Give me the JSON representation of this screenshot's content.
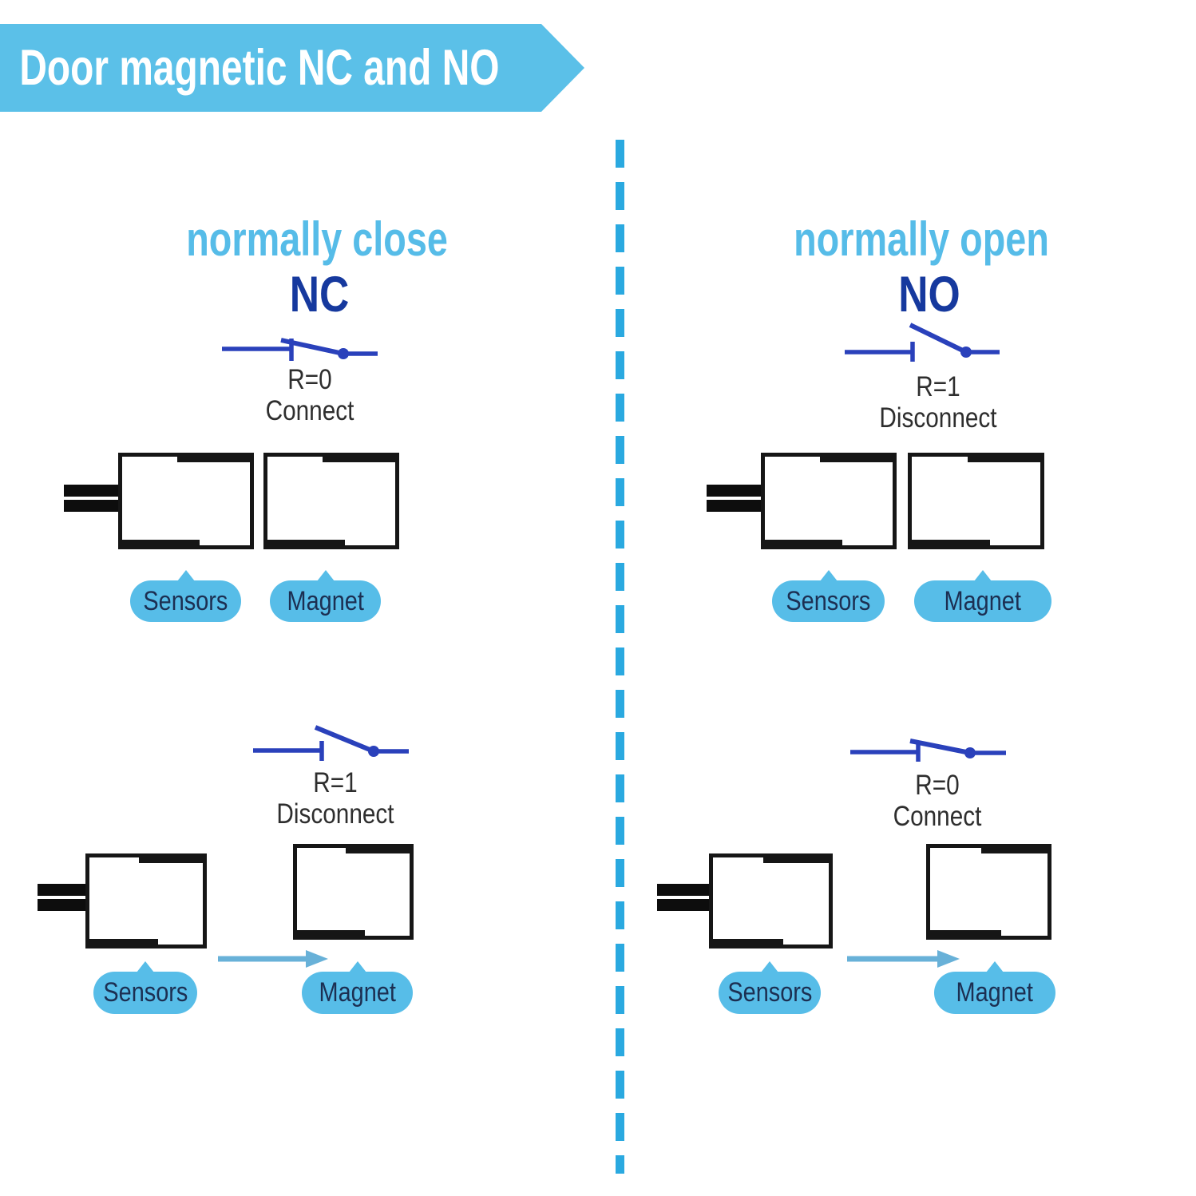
{
  "banner": {
    "title": "Door magnetic NC and NO"
  },
  "labels": {
    "sensors": "Sensors",
    "magnet": "Magnet"
  },
  "panels": {
    "nc": {
      "heading": "normally close",
      "abbr": "NC",
      "closed_state": {
        "r": "R=0",
        "action": "Connect"
      },
      "open_state": {
        "r": "R=1",
        "action": "Disconnect"
      }
    },
    "no": {
      "heading": "normally open",
      "abbr": "NO",
      "top_state": {
        "r": "R=1",
        "action": "Disconnect"
      },
      "bottom_state": {
        "r": "R=0",
        "action": "Connect"
      }
    }
  },
  "colors": {
    "banner_blue": "#5bc0e8",
    "heading_light_blue": "#56bce8",
    "abbr_dark_blue": "#16399e",
    "switch_blue": "#2a41bb",
    "divider_blue": "#2aa9e0",
    "pill_blue": "#57bde8",
    "arrow_blue": "#68b1d8",
    "pill_text_navy": "#1c2f52",
    "state_text_gray": "#2e2e2e",
    "box_border_black": "#161616"
  }
}
